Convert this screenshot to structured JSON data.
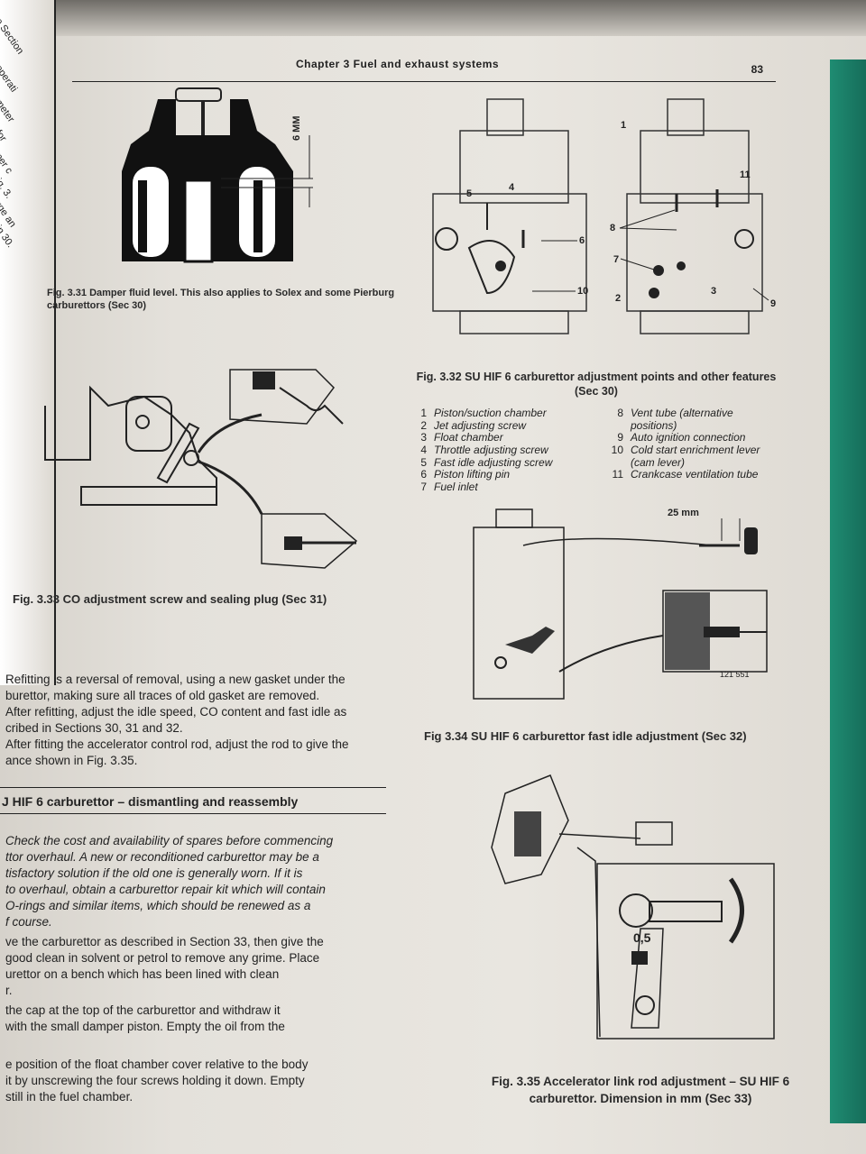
{
  "header": {
    "title": "Chapter 3 Fuel and exhaust systems",
    "page_number": "83"
  },
  "spine_fragments": [
    "e Section",
    "operati",
    "meter",
    "for",
    "per c",
    "ig. 3.",
    "rge an",
    "in 30."
  ],
  "figures": {
    "fig331": {
      "dim_label": "6 MM",
      "caption": "Fig. 3.31 Damper fluid level. This also applies to Solex and some Pierburg carburettors (Sec 30)"
    },
    "fig332": {
      "caption": "Fig. 3.32 SU HIF 6 carburettor adjustment points and other features (Sec 30)",
      "callouts": [
        "1",
        "2",
        "3",
        "4",
        "5",
        "6",
        "7",
        "8",
        "9",
        "10",
        "11"
      ],
      "legend_left": [
        {
          "n": "1",
          "text": "Piston/suction chamber"
        },
        {
          "n": "2",
          "text": "Jet adjusting screw"
        },
        {
          "n": "3",
          "text": "Float chamber"
        },
        {
          "n": "4",
          "text": "Throttle adjusting screw"
        },
        {
          "n": "5",
          "text": "Fast idle adjusting screw"
        },
        {
          "n": "6",
          "text": "Piston lifting pin"
        },
        {
          "n": "7",
          "text": "Fuel inlet"
        }
      ],
      "legend_right": [
        {
          "n": "8",
          "text": "Vent tube (alternative"
        },
        {
          "n": "",
          "text": "positions)"
        },
        {
          "n": "9",
          "text": "Auto ignition connection"
        },
        {
          "n": "10",
          "text": "Cold start enrichment lever"
        },
        {
          "n": "",
          "text": "(cam lever)"
        },
        {
          "n": "11",
          "text": "Crankcase ventilation tube"
        }
      ]
    },
    "fig333": {
      "caption": "Fig. 3.33 CO adjustment screw and sealing plug (Sec 31)"
    },
    "fig334": {
      "dim_label": "25 mm",
      "ref": "121 551",
      "caption": "Fig 3.34 SU HIF 6 carburettor fast idle adjustment (Sec 32)"
    },
    "fig335": {
      "dim_label": "0,5",
      "caption_line1": "Fig. 3.35 Accelerator link rod adjustment – SU HIF 6",
      "caption_line2": "carburettor. Dimension in mm (Sec 33)"
    }
  },
  "body": {
    "para1": [
      "Refitting is a reversal of removal, using a new gasket under the",
      "burettor, making sure all traces of old gasket are removed.",
      "After refitting, adjust the idle speed, CO content and fast idle as",
      "cribed in Sections 30, 31 and 32.",
      "After fitting the accelerator control rod, adjust the rod to give the",
      "ance shown in Fig. 3.35."
    ],
    "section_heading": "J HIF 6 carburettor – dismantling and reassembly",
    "para2": [
      "Check the cost and availability of spares before commencing",
      "ttor overhaul. A new or reconditioned carburettor may be a",
      "tisfactory solution if the old one is generally worn. If it is",
      "to overhaul, obtain a carburettor repair kit which will contain",
      "O-rings and similar items, which should be renewed as a",
      "f course."
    ],
    "para3": [
      "ve the carburettor as described in Section 33, then give the",
      "good clean in solvent or petrol to remove any grime. Place",
      "urettor on a bench which has been lined with clean",
      "r."
    ],
    "para4": [
      "the cap at the top of the carburettor and withdraw it",
      "with the small damper piston. Empty the oil from the"
    ],
    "para5": [
      "e position of the float chamber cover relative to the body",
      "it by unscrewing the four screws holding it down. Empty",
      "still in the fuel chamber."
    ]
  }
}
